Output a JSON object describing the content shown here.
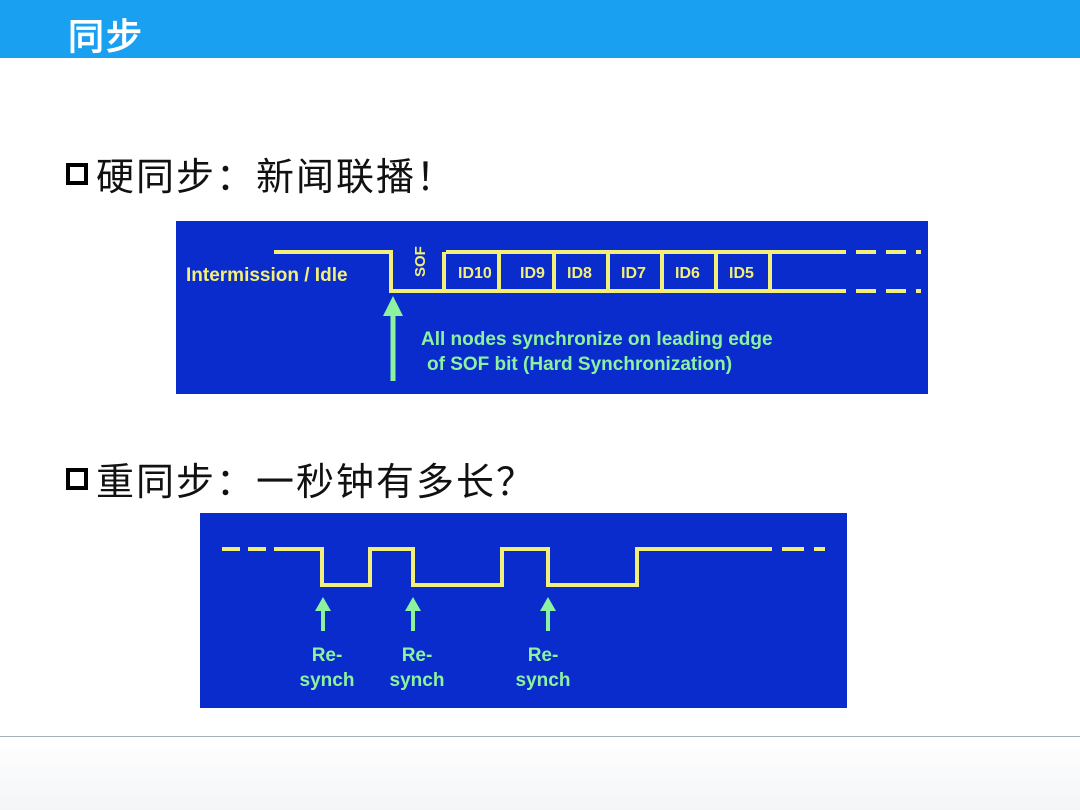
{
  "slide": {
    "title": "同步",
    "bullets": [
      "硬同步：新闻联播！",
      "重同步：一秒钟有多长？"
    ]
  },
  "hard_sync_diagram": {
    "idle_label": "Intermission / Idle",
    "sof_label": "SOF",
    "id_fields": [
      "ID10",
      "ID9",
      "ID8",
      "ID7",
      "ID6",
      "ID5"
    ],
    "caption_line1": "All nodes synchronize on leading edge",
    "caption_line2": "of SOF bit (Hard Synchronization)"
  },
  "resync_diagram": {
    "markers": [
      {
        "line1": "Re-",
        "line2": "synch"
      },
      {
        "line1": "Re-",
        "line2": "synch"
      },
      {
        "line1": "Re-",
        "line2": "synch"
      }
    ]
  },
  "colors": {
    "title_bar": "#1aa0f0",
    "panel": "#0a2ccc",
    "signal": "#f2f07a",
    "arrow_text": "#8cf2a0"
  }
}
